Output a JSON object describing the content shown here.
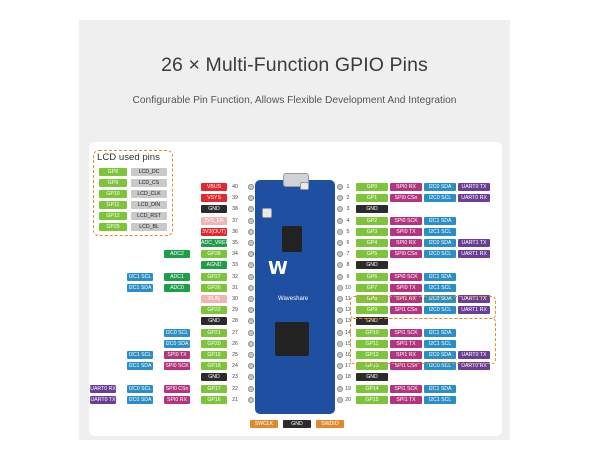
{
  "header": {
    "title": "26 × Multi-Function GPIO Pins",
    "subtitle": "Configurable Pin Function, Allows Flexible Development And Integration"
  },
  "lcd_box": {
    "title": "LCD used pins",
    "rows": [
      {
        "gp": "GP8",
        "fn": "LCD_DC"
      },
      {
        "gp": "GP9",
        "fn": "LCD_CS"
      },
      {
        "gp": "GP10",
        "fn": "LCD_CLK"
      },
      {
        "gp": "GP11",
        "fn": "LCD_DIN"
      },
      {
        "gp": "GP12",
        "fn": "LCD_RST"
      },
      {
        "gp": "GP25",
        "fn": "LCD_BL"
      }
    ]
  },
  "board": {
    "logo": "W",
    "brand": "Waveshare"
  },
  "colors": {
    "gpio": "#7dc43b",
    "power": "#e3262f",
    "gnd": "#2b2b2b",
    "spi": "#b4347f",
    "i2c": "#2a8fc7",
    "uart": "#6b3e96",
    "adc": "#1f9e4a",
    "run": "#f0b4b4",
    "ctrl": "#7f7f7f",
    "swd": "#e08a2e",
    "lcd": "#c9c9c9"
  },
  "left_pins": [
    {
      "num": "40",
      "labels": [
        {
          "t": "VBUS",
          "c": "power"
        }
      ]
    },
    {
      "num": "39",
      "labels": [
        {
          "t": "VSYS",
          "c": "power"
        }
      ]
    },
    {
      "num": "38",
      "labels": [
        {
          "t": "GND",
          "c": "gnd"
        }
      ]
    },
    {
      "num": "37",
      "labels": [
        {
          "t": "3V3_EN",
          "c": "run"
        }
      ]
    },
    {
      "num": "36",
      "labels": [
        {
          "t": "3V3(OUT)",
          "c": "power"
        }
      ]
    },
    {
      "num": "35",
      "labels": [
        {
          "t": "ADC_VREF",
          "c": "adc"
        }
      ]
    },
    {
      "num": "34",
      "labels": [
        {
          "t": "GP28",
          "c": "gpio"
        },
        {
          "t": "ADC2",
          "c": "adc"
        }
      ]
    },
    {
      "num": "33",
      "labels": [
        {
          "t": "AGND",
          "c": "adc"
        }
      ]
    },
    {
      "num": "32",
      "labels": [
        {
          "t": "GP27",
          "c": "gpio"
        },
        {
          "t": "ADC1",
          "c": "adc"
        },
        {
          "t": "I2C1 SCL",
          "c": "i2c"
        }
      ]
    },
    {
      "num": "31",
      "labels": [
        {
          "t": "GP26",
          "c": "gpio"
        },
        {
          "t": "ADC0",
          "c": "adc"
        },
        {
          "t": "I2C1 SDA",
          "c": "i2c"
        }
      ]
    },
    {
      "num": "30",
      "labels": [
        {
          "t": "RUN",
          "c": "run"
        }
      ]
    },
    {
      "num": "29",
      "labels": [
        {
          "t": "GP22",
          "c": "gpio"
        }
      ]
    },
    {
      "num": "28",
      "labels": [
        {
          "t": "GND",
          "c": "gnd"
        }
      ]
    },
    {
      "num": "27",
      "labels": [
        {
          "t": "GP21",
          "c": "gpio"
        },
        {
          "t": "I2C0 SCL",
          "c": "i2c"
        }
      ]
    },
    {
      "num": "26",
      "labels": [
        {
          "t": "GP20",
          "c": "gpio"
        },
        {
          "t": "I2C0 SDA",
          "c": "i2c"
        }
      ]
    },
    {
      "num": "25",
      "labels": [
        {
          "t": "GP19",
          "c": "gpio"
        },
        {
          "t": "SPI0 TX",
          "c": "spi"
        },
        {
          "t": "I2C1 SCL",
          "c": "i2c"
        }
      ]
    },
    {
      "num": "24",
      "labels": [
        {
          "t": "GP18",
          "c": "gpio"
        },
        {
          "t": "SPI0 SCK",
          "c": "spi"
        },
        {
          "t": "I2C1 SDA",
          "c": "i2c"
        }
      ]
    },
    {
      "num": "23",
      "labels": [
        {
          "t": "GND",
          "c": "gnd"
        }
      ]
    },
    {
      "num": "22",
      "labels": [
        {
          "t": "GP17",
          "c": "gpio"
        },
        {
          "t": "SPI0 CSn",
          "c": "spi"
        },
        {
          "t": "I2C0 SCL",
          "c": "i2c"
        },
        {
          "t": "UART0 RX",
          "c": "uart"
        }
      ]
    },
    {
      "num": "21",
      "labels": [
        {
          "t": "GP16",
          "c": "gpio"
        },
        {
          "t": "SPI0 RX",
          "c": "spi"
        },
        {
          "t": "I2C0 SDA",
          "c": "i2c"
        },
        {
          "t": "UART0 TX",
          "c": "uart"
        }
      ]
    }
  ],
  "right_pins": [
    {
      "num": "1",
      "labels": [
        {
          "t": "GP0",
          "c": "gpio"
        },
        {
          "t": "SPI0 RX",
          "c": "spi"
        },
        {
          "t": "I2C0 SDA",
          "c": "i2c"
        },
        {
          "t": "UART0 TX",
          "c": "uart"
        }
      ]
    },
    {
      "num": "2",
      "labels": [
        {
          "t": "GP1",
          "c": "gpio"
        },
        {
          "t": "SPI0 CSn",
          "c": "spi"
        },
        {
          "t": "I2C0 SCL",
          "c": "i2c"
        },
        {
          "t": "UART0 RX",
          "c": "uart"
        }
      ]
    },
    {
      "num": "3",
      "labels": [
        {
          "t": "GND",
          "c": "gnd"
        }
      ]
    },
    {
      "num": "4",
      "labels": [
        {
          "t": "GP2",
          "c": "gpio"
        },
        {
          "t": "SPI0 SCK",
          "c": "spi"
        },
        {
          "t": "I2C1 SDA",
          "c": "i2c"
        }
      ]
    },
    {
      "num": "5",
      "labels": [
        {
          "t": "GP3",
          "c": "gpio"
        },
        {
          "t": "SPI0 TX",
          "c": "spi"
        },
        {
          "t": "I2C1 SCL",
          "c": "i2c"
        }
      ]
    },
    {
      "num": "6",
      "labels": [
        {
          "t": "GP4",
          "c": "gpio"
        },
        {
          "t": "SPI0 RX",
          "c": "spi"
        },
        {
          "t": "I2C0 SDA",
          "c": "i2c"
        },
        {
          "t": "UART1 TX",
          "c": "uart"
        }
      ]
    },
    {
      "num": "7",
      "labels": [
        {
          "t": "GP5",
          "c": "gpio"
        },
        {
          "t": "SPI0 CSn",
          "c": "spi"
        },
        {
          "t": "I2C0 SCL",
          "c": "i2c"
        },
        {
          "t": "UART1 RX",
          "c": "uart"
        }
      ]
    },
    {
      "num": "8",
      "labels": [
        {
          "t": "GND",
          "c": "gnd"
        }
      ]
    },
    {
      "num": "9",
      "labels": [
        {
          "t": "GP6",
          "c": "gpio"
        },
        {
          "t": "SPI0 SCK",
          "c": "spi"
        },
        {
          "t": "I2C1 SDA",
          "c": "i2c"
        }
      ]
    },
    {
      "num": "10",
      "labels": [
        {
          "t": "GP7",
          "c": "gpio"
        },
        {
          "t": "SPI0 TX",
          "c": "spi"
        },
        {
          "t": "I2C1 SCL",
          "c": "i2c"
        }
      ]
    },
    {
      "num": "11",
      "labels": [
        {
          "t": "GP8",
          "c": "gpio"
        },
        {
          "t": "SPI1 RX",
          "c": "spi"
        },
        {
          "t": "I2C0 SDA",
          "c": "i2c"
        },
        {
          "t": "UART1 TX",
          "c": "uart"
        }
      ]
    },
    {
      "num": "12",
      "labels": [
        {
          "t": "GP9",
          "c": "gpio"
        },
        {
          "t": "SPI1 CSn",
          "c": "spi"
        },
        {
          "t": "I2C0 SCL",
          "c": "i2c"
        },
        {
          "t": "UART1 RX",
          "c": "uart"
        }
      ]
    },
    {
      "num": "13",
      "labels": [
        {
          "t": "GND",
          "c": "gnd"
        }
      ]
    },
    {
      "num": "14",
      "labels": [
        {
          "t": "GP10",
          "c": "gpio"
        },
        {
          "t": "SPI1 SCK",
          "c": "spi"
        },
        {
          "t": "I2C1 SDA",
          "c": "i2c"
        }
      ]
    },
    {
      "num": "15",
      "labels": [
        {
          "t": "GP11",
          "c": "gpio"
        },
        {
          "t": "SPI1 TX",
          "c": "spi"
        },
        {
          "t": "I2C1 SCL",
          "c": "i2c"
        }
      ]
    },
    {
      "num": "16",
      "labels": [
        {
          "t": "GP12",
          "c": "gpio"
        },
        {
          "t": "SPI1 RX",
          "c": "spi"
        },
        {
          "t": "I2C0 SDA",
          "c": "i2c"
        },
        {
          "t": "UART0 TX",
          "c": "uart"
        }
      ]
    },
    {
      "num": "17",
      "labels": [
        {
          "t": "GP13",
          "c": "gpio"
        },
        {
          "t": "SPI1 CSn",
          "c": "spi"
        },
        {
          "t": "I2C0 SCL",
          "c": "i2c"
        },
        {
          "t": "UART0 RX",
          "c": "uart"
        }
      ]
    },
    {
      "num": "18",
      "labels": [
        {
          "t": "GND",
          "c": "gnd"
        }
      ]
    },
    {
      "num": "19",
      "labels": [
        {
          "t": "GP14",
          "c": "gpio"
        },
        {
          "t": "SPI1 SCK",
          "c": "spi"
        },
        {
          "t": "I2C1 SDA",
          "c": "i2c"
        }
      ]
    },
    {
      "num": "20",
      "labels": [
        {
          "t": "GP15",
          "c": "gpio"
        },
        {
          "t": "SPI1 TX",
          "c": "spi"
        },
        {
          "t": "I2C1 SCL",
          "c": "i2c"
        }
      ]
    }
  ],
  "bottom_pins": [
    {
      "t": "SWCLK",
      "c": "swd"
    },
    {
      "t": "GND",
      "c": "gnd"
    },
    {
      "t": "SWDIO",
      "c": "swd"
    }
  ]
}
